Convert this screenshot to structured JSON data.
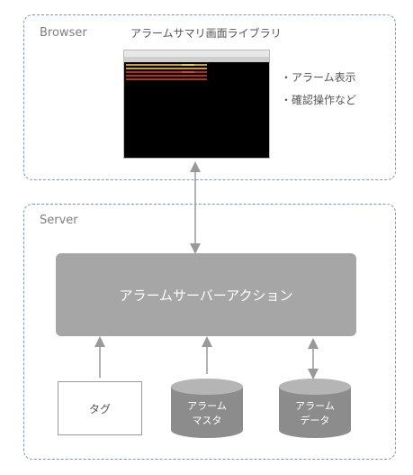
{
  "browser": {
    "label": "Browser",
    "library_title": "アラームサマリ画面ライブラリ",
    "notes": [
      "・アラーム表示",
      "・確認操作など"
    ]
  },
  "server": {
    "label": "Server",
    "action_label": "アラームサーバーアクション",
    "tag_label": "タグ",
    "master_label": [
      "アラーム",
      "マスタ"
    ],
    "data_label": [
      "アラーム",
      "データ"
    ]
  },
  "colors": {
    "group_border": "#7f95b8",
    "action_fill": "#a6a6a6",
    "cylinder_fill": "#8c8c8c",
    "arrow": "#999999"
  }
}
